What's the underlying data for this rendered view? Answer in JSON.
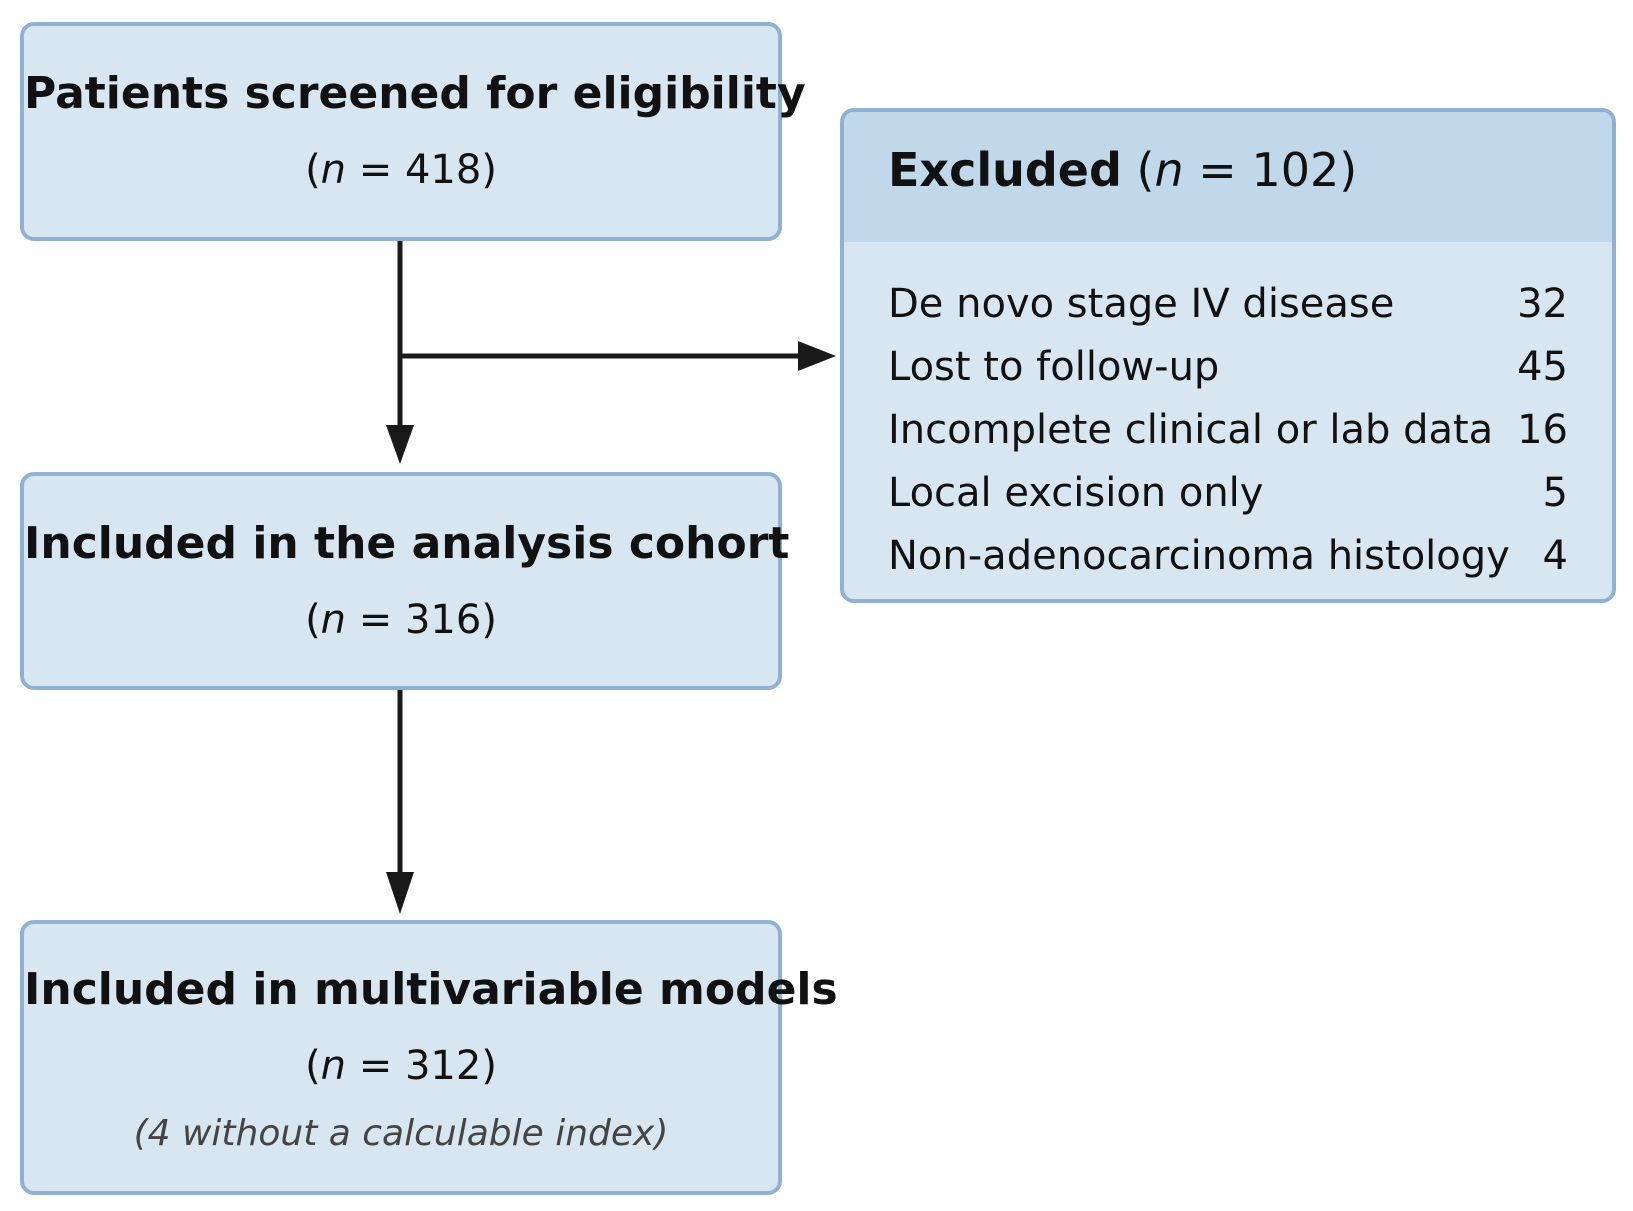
{
  "screened": {
    "title": "Patients screened for eligibility",
    "n_label": "n",
    "n_value": "= 418)"
  },
  "analysis": {
    "title": "Included in the analysis cohort",
    "n_label": "n",
    "n_value": "= 316)"
  },
  "multivariable": {
    "title": "Included in multivariable models",
    "n_label": "n",
    "n_value": "= 312)",
    "note": "(4 without a calculable index)"
  },
  "excluded": {
    "title": "Excluded",
    "n_label": "n",
    "n_value": "= 102)",
    "reasons": [
      {
        "label": "De novo stage IV disease",
        "count": "32"
      },
      {
        "label": "Lost to follow-up",
        "count": "45"
      },
      {
        "label": "Incomplete clinical or lab data",
        "count": "16"
      },
      {
        "label": "Local excision only",
        "count": "5"
      },
      {
        "label": "Non-adenocarcinoma histology",
        "count": "4"
      }
    ]
  },
  "colors": {
    "box_fill": "#d8e6f1",
    "box_border": "#8fb1d3",
    "header_fill": "#c1d7ea",
    "arrow": "#1a1a1a"
  }
}
